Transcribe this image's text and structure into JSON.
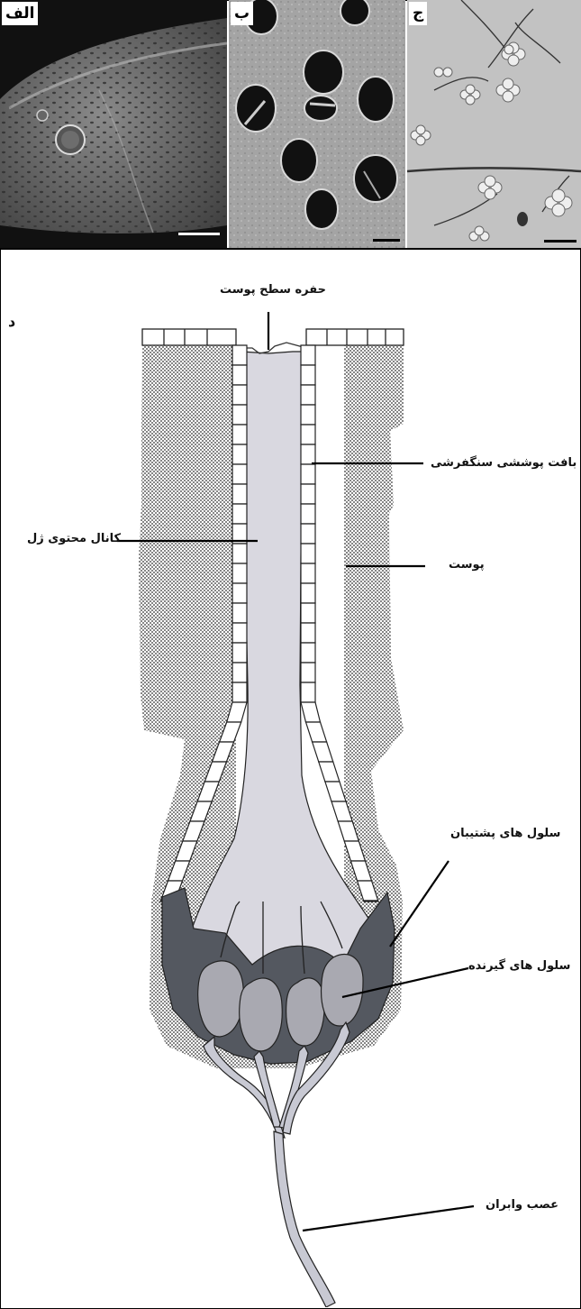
{
  "panels": {
    "a": {
      "letter": "الف"
    },
    "b": {
      "letter": "ب"
    },
    "c": {
      "letter": "ج"
    },
    "d": {
      "letter": "د"
    }
  },
  "diagram_labels": {
    "pore": "حفره سطح پوست",
    "epithelium": "بافت پوششی سنگفرشی",
    "jelly_canal": "کانال محتوی ژل",
    "skin": "پوست",
    "support_cells": "سلول های پشتیبان",
    "receptor_cells": "سلول های گیرنده",
    "afferent_nerve": "عصب وابران"
  },
  "colors": {
    "canal_fill": "#d9d8e0",
    "support_cells": "#545860",
    "receptor_cells": "#a9a9b1",
    "skin_dots": "#222222"
  }
}
